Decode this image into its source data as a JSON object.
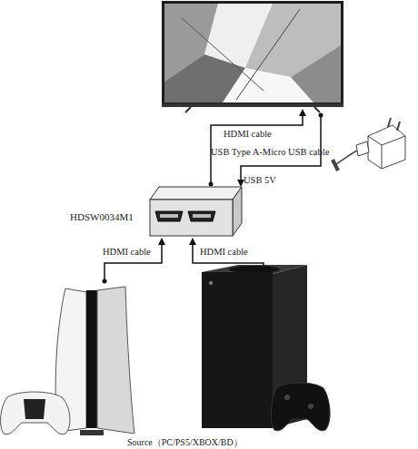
{
  "diagram": {
    "caption": "Source（PC/PS5/XBOX/BD）",
    "nodes": [
      {
        "text": [
          "HDSW0034M1"
        ]
      }
    ],
    "labels": [
      "HDMI cable",
      "USB Type A-Micro USB cable",
      "USB 5V",
      "HDMI cable",
      "HDMI cable"
    ]
  }
}
